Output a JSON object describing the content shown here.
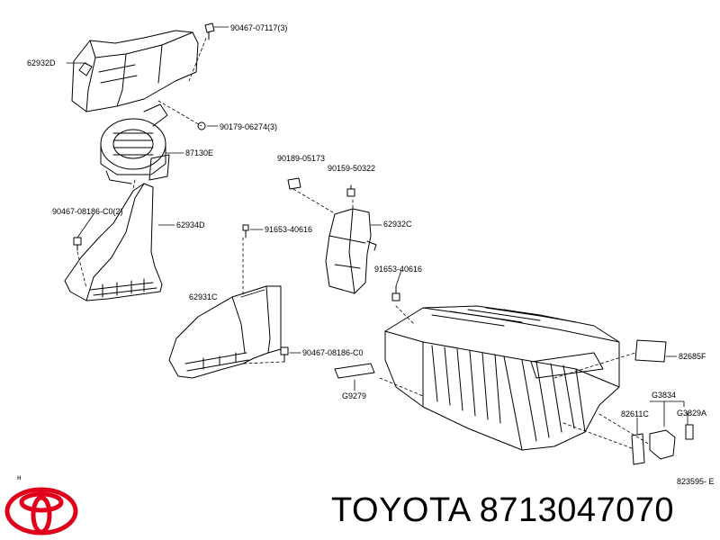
{
  "brand": {
    "name": "TOYOTA",
    "part_number": "8713047070",
    "logo_color": "#e0001a"
  },
  "diagram_code": "823595- E",
  "corner_mark": "н",
  "callouts": [
    {
      "id": "p62932D",
      "text": "62932D"
    },
    {
      "id": "p90467_07117",
      "text": "90467-07117(3)"
    },
    {
      "id": "p90179_06274",
      "text": "90179-06274(3)"
    },
    {
      "id": "p87130E",
      "text": "87130E"
    },
    {
      "id": "p90189_05173",
      "text": "90189-05173"
    },
    {
      "id": "p90159_50322",
      "text": "90159-50322"
    },
    {
      "id": "p90467_08186_C0_2",
      "text": "90467-08186-C0(2)"
    },
    {
      "id": "p62934D",
      "text": "62934D"
    },
    {
      "id": "p91653_40616_a",
      "text": "91653-40616"
    },
    {
      "id": "p62932C",
      "text": "62932C"
    },
    {
      "id": "p91653_40616_b",
      "text": "91653-40616"
    },
    {
      "id": "p62931C",
      "text": "62931C"
    },
    {
      "id": "p90467_08186_C0",
      "text": "90467-08186-C0"
    },
    {
      "id": "p82685F",
      "text": "82685F"
    },
    {
      "id": "pG9279",
      "text": "G9279"
    },
    {
      "id": "pG3834",
      "text": "G3834"
    },
    {
      "id": "p82611C",
      "text": "82611C"
    },
    {
      "id": "pG3829A",
      "text": "G3829A"
    }
  ]
}
